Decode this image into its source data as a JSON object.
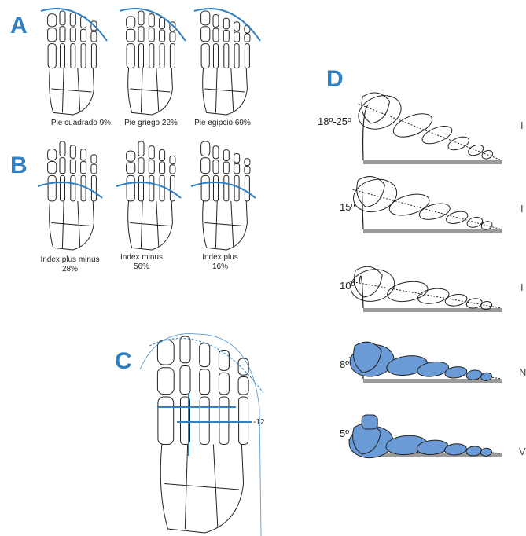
{
  "panels": {
    "a": {
      "letter": "A",
      "feet": [
        {
          "caption": "Pie cuadrado 9%"
        },
        {
          "caption": "Pie griego 22%"
        },
        {
          "caption": "Pie egipcio 69%"
        }
      ]
    },
    "b": {
      "letter": "B",
      "feet": [
        {
          "caption_line1": "Index plus minus",
          "caption_line2": "28%"
        },
        {
          "caption_line1": "Index minus",
          "caption_line2": "56%"
        },
        {
          "caption_line1": "Index plus",
          "caption_line2": "16%"
        }
      ]
    },
    "c": {
      "letter": "C",
      "marker_label": "-12"
    },
    "d": {
      "letter": "D",
      "rows": [
        {
          "angle": "18º-25º",
          "side": "I",
          "angle_deg": 21.5,
          "filled": false
        },
        {
          "angle": "15º",
          "side": "I",
          "angle_deg": 15,
          "filled": false
        },
        {
          "angle": "10º",
          "side": "I",
          "angle_deg": 10,
          "filled": false
        },
        {
          "angle": "8º",
          "side": "N",
          "angle_deg": 8,
          "filled": true
        },
        {
          "angle": "5º",
          "side": "V",
          "angle_deg": 5,
          "filled": true
        }
      ]
    }
  },
  "colors": {
    "accent": "#2f7fc1",
    "bone_fill": "#6b9bd6",
    "ground": "#9a9a9a",
    "outline": "#222222"
  }
}
